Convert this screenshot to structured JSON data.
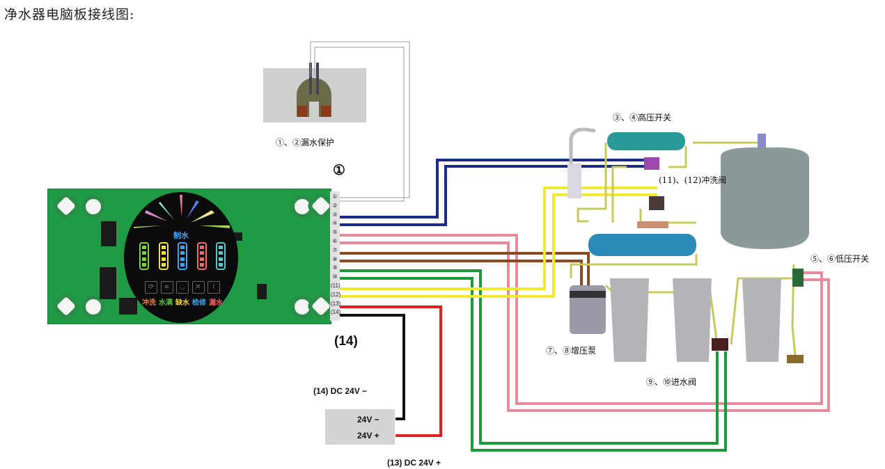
{
  "title": "净水器电脑板接线图:",
  "labels": {
    "leak_protection": "①、②漏水保护",
    "high_pressure_switch": "③、④高压开关",
    "flush_valve": "(11)、(12)冲洗阀",
    "low_pressure_switch": "⑤、⑥低压开关",
    "booster_pump": "⑦、⑧增压泵",
    "inlet_valve": "⑨、⑩进水阀",
    "dc_minus": "(14) DC  24V  −",
    "dc_plus": "(13) DC  24V  +",
    "marker_1": "①",
    "marker_14": "(14)"
  },
  "power_supply": {
    "minus_label": "24V  −",
    "plus_label": "24V  +"
  },
  "board": {
    "display_mode": "制水",
    "status_labels": [
      {
        "text": "冲洗",
        "color": "#f07a3a"
      },
      {
        "text": "水满",
        "color": "#5cc23a"
      },
      {
        "text": "缺水",
        "color": "#f2d43a"
      },
      {
        "text": "检修",
        "color": "#3aa8f0"
      },
      {
        "text": "漏水",
        "color": "#f05a5a"
      }
    ],
    "battery_colors": [
      "#7cd23a",
      "#f2e23a",
      "#3aa8f0",
      "#f06a6a",
      "#5ac8c8"
    ],
    "pin_labels": [
      "①",
      "②",
      "③",
      "④",
      "⑤",
      "⑥",
      "⑦",
      "⑧",
      "⑨",
      "⑩",
      "(11)",
      "(12)",
      "(13)",
      "(14)"
    ]
  },
  "wire_colors": {
    "leak": "#999999",
    "high_pressure": "#1c2a8a",
    "low_pressure": "#e88a9a",
    "pump": "#8a4a22",
    "inlet": "#1a9a3a",
    "flush": "#f2ea30",
    "dc_plus": "#e02020",
    "dc_minus": "#111111"
  }
}
